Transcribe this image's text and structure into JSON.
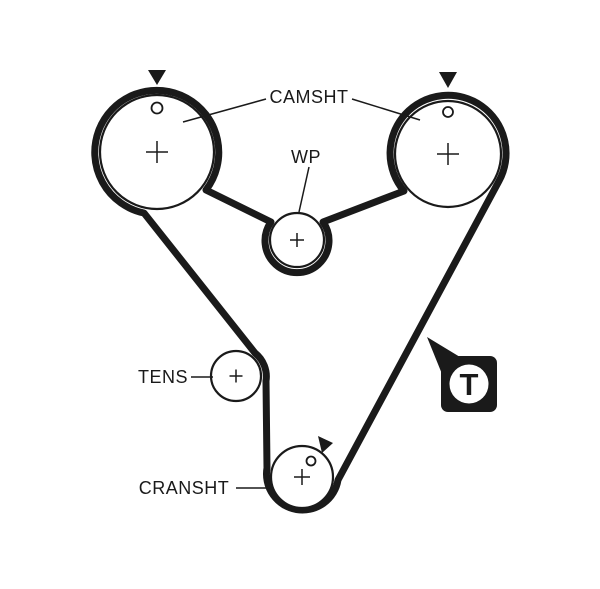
{
  "diagram": {
    "labels": {
      "camshaft": "CAMSHT",
      "water_pump": "WP",
      "tensioner": "TENS",
      "crankshaft": "CRANSHT"
    },
    "logo": {
      "letter": "T"
    },
    "colors": {
      "ink": "#1a1a1a",
      "background": "#ffffff"
    }
  }
}
